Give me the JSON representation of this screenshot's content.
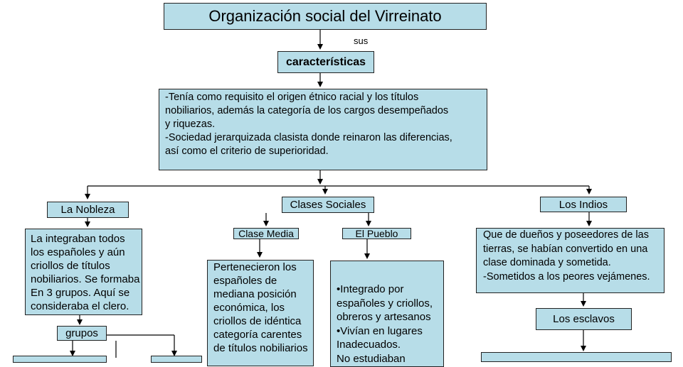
{
  "title": "Organización social del Virreinato",
  "connector_sus": "sus",
  "caracteristicas": "características",
  "main_text": "-Tenía como requisito el origen étnico racial y los títulos\nnobiliarios, además la categoría  de los cargos desempeñados\ny riquezas.\n-Sociedad jerarquizada clasista donde reinaron las diferencias,\nasí como el criterio de superioridad.",
  "nobleza": {
    "label": "La Nobleza",
    "text": "La integraban todos\nlos españoles y aún\ncriollos de títulos\nnobiliarios. Se formaba\nEn 3 grupos. Aquí se\nconsideraba el clero.",
    "grupos": "grupos"
  },
  "clases": {
    "label": "Clases Sociales",
    "media": {
      "label": "Clase Media",
      "text": "Pertenecieron los\nespañoles de\nmediana posición\neconómica, los\ncriollos de idéntica\n categoría carentes\nde títulos nobiliarios"
    },
    "pueblo": {
      "label": "El Pueblo",
      "text": "•Integrado por\nespañoles y criollos,\nobreros y artesanos\n•Vivían en lugares\nInadecuados.\n  No estudiaban"
    }
  },
  "indios": {
    "label": "Los Indios",
    "text": "Que de dueños y poseedores de las\ntierras, se habían convertido en una\nclase dominada y sometida.\n-Sometidos a los peores vejámenes.",
    "esclavos": "Los esclavos"
  }
}
